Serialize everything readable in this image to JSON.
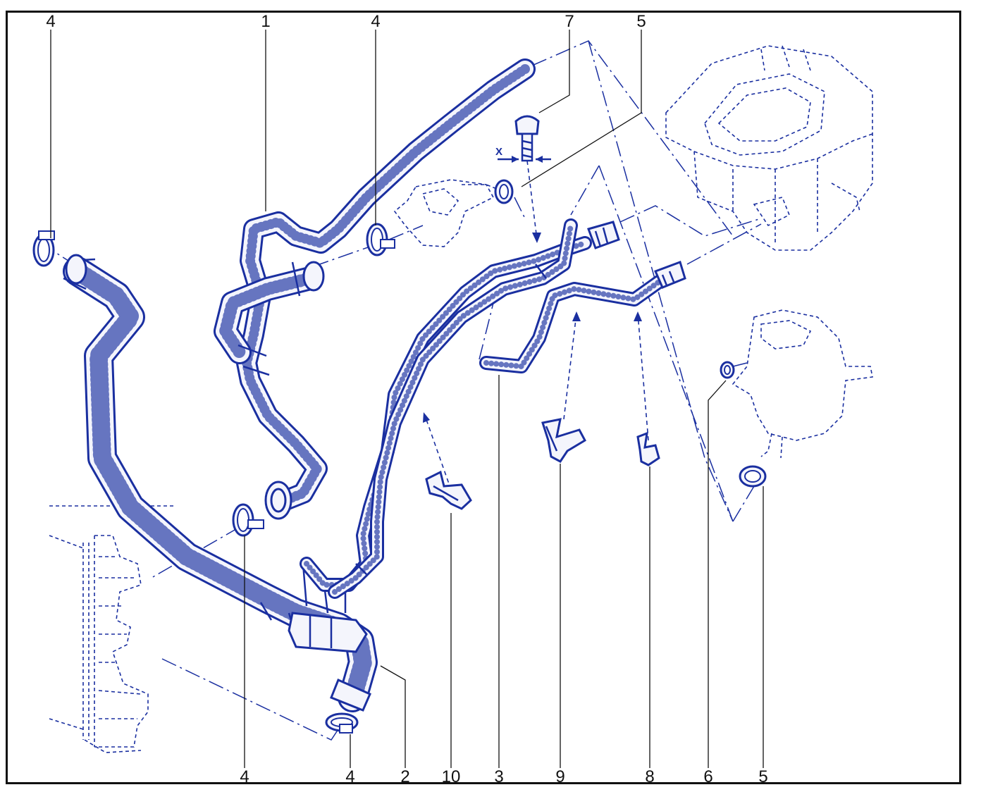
{
  "callouts": {
    "top_left_4": "4",
    "top_1": "1",
    "top_mid_4": "4",
    "top_7": "7",
    "top_5": "5",
    "x_dim": "X",
    "bottom_4a": "4",
    "bottom_4b": "4",
    "bottom_2": "2",
    "bottom_10": "10",
    "bottom_3": "3",
    "bottom_9": "9",
    "bottom_8": "8",
    "bottom_6": "6",
    "bottom_5": "5"
  },
  "colors": {
    "line": "#1a2fa0",
    "hose_fill": "#f4f5fc",
    "text": "#111111",
    "frame": "#111111"
  }
}
